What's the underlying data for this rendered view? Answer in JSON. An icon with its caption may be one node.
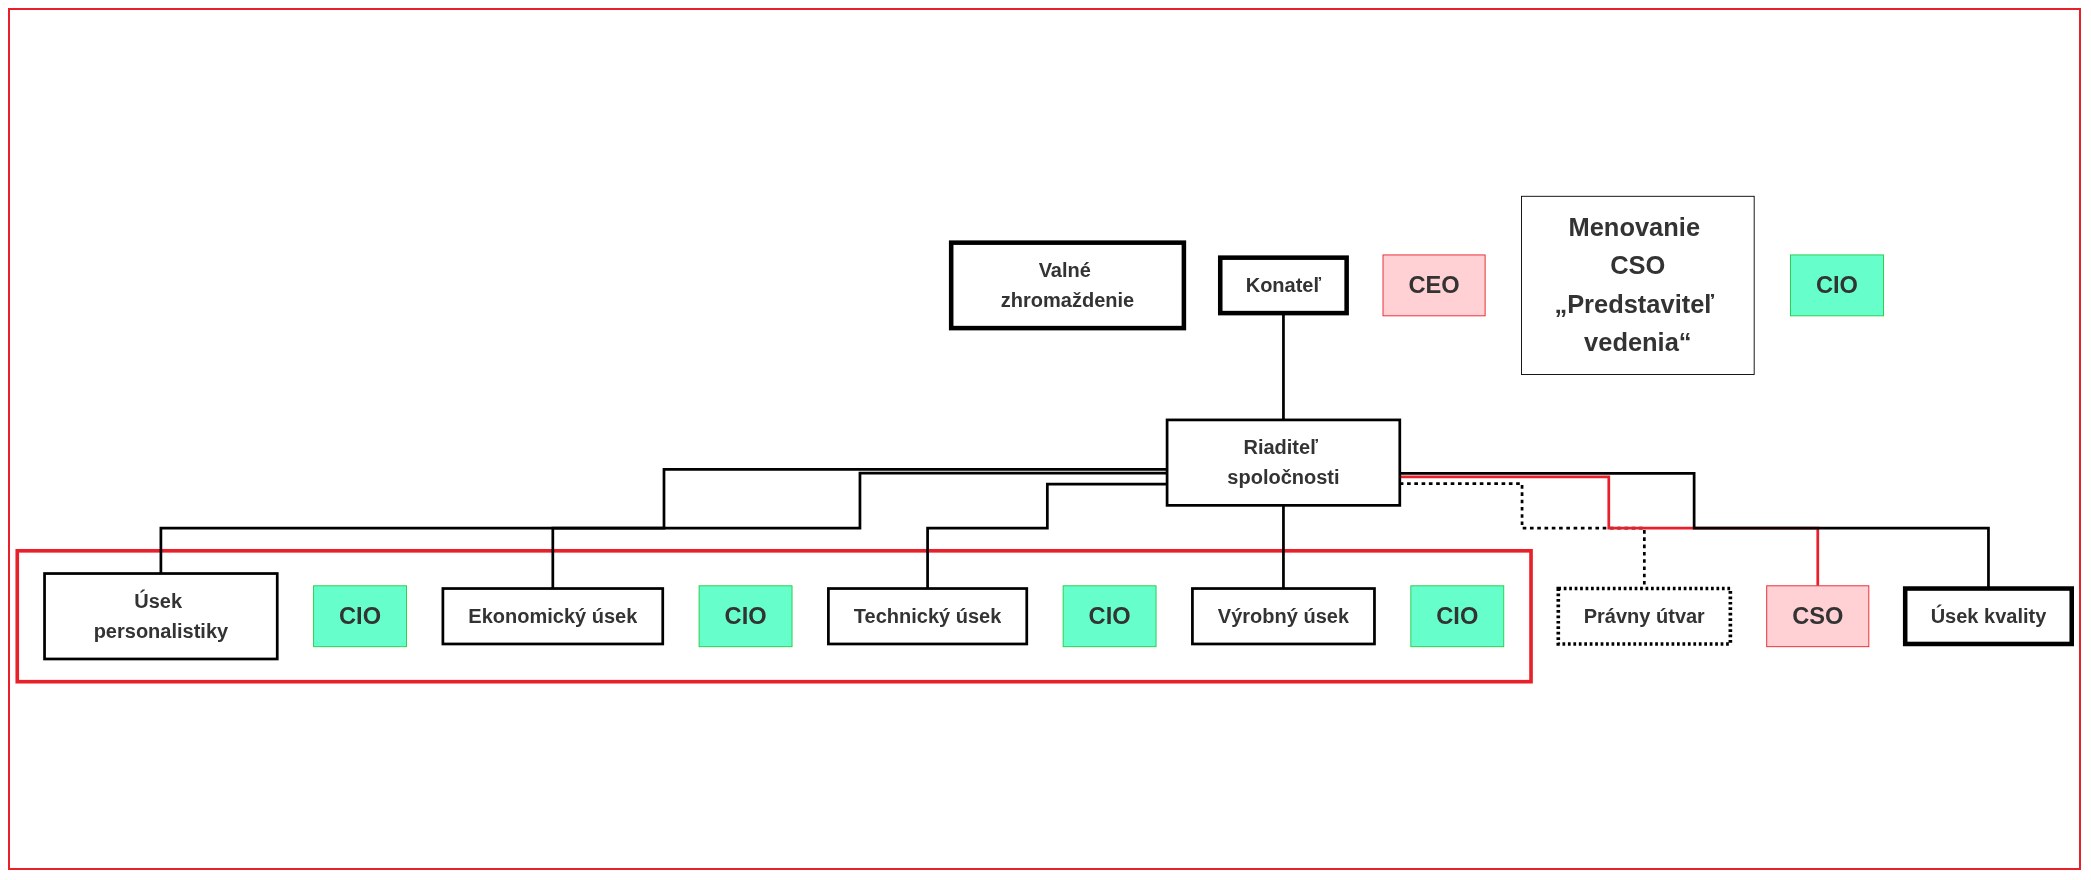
{
  "diagram": {
    "nodes": [
      {
        "text": [
          "Valné zhromaždenie"
        ]
      },
      {
        "text": [
          "Konateľ"
        ]
      },
      {
        "text": [
          "Riaditeľ spoločnosti"
        ]
      },
      {
        "text": [
          "CEO"
        ]
      },
      {
        "text": [
          "Menovanie CSO",
          "„Predstaviteľ vedenia“"
        ]
      },
      {
        "text": [
          "Právny útvar"
        ]
      },
      {
        "text": [
          "CSO"
        ]
      },
      {
        "text": [],
        "shape": "box"
      },
      {
        "text": [
          "Úsek personalistiky"
        ],
        "in": 7
      },
      {
        "text": [
          "CIO"
        ],
        "in": 7
      },
      {
        "text": [
          "Ekonomický úsek"
        ],
        "in": 7
      },
      {
        "text": [
          "CIO"
        ],
        "in": 7
      },
      {
        "text": [
          "Technický úsek"
        ],
        "in": 7
      },
      {
        "text": [
          "CIO"
        ],
        "in": 7
      },
      {
        "text": [
          "Výrobný úsek"
        ],
        "in": 7
      },
      {
        "text": [
          "CIO"
        ],
        "in": 7
      },
      {
        "text": [
          "Úsek kvality"
        ]
      },
      {
        "text": [
          "CIO"
        ]
      }
    ],
    "edges": [
      {
        "from": 1,
        "to": 2,
        "arrow": "none"
      },
      {
        "from": 2,
        "to": 5,
        "arrow": "none",
        "style": "dashed"
      },
      {
        "from": 2,
        "to": 6,
        "arrow": "none",
        "color": "#e8202a"
      },
      {
        "from": 2,
        "to": 8,
        "arrow": "none"
      },
      {
        "from": 2,
        "to": 10,
        "arrow": "none"
      },
      {
        "from": 2,
        "to": 12,
        "arrow": "none"
      },
      {
        "from": 2,
        "to": 14,
        "arrow": "none"
      },
      {
        "from": 2,
        "to": 16,
        "arrow": "none"
      }
    ]
  }
}
